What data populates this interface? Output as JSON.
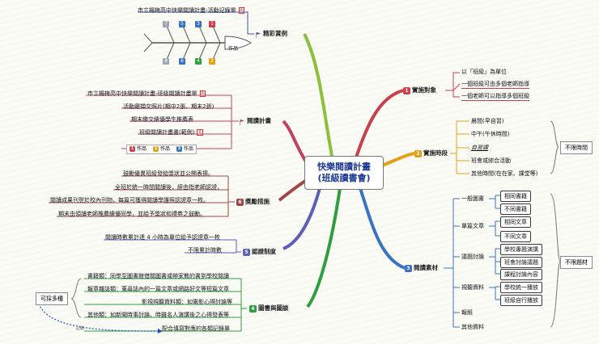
{
  "center": {
    "line1": "快樂閱讀計畫",
    "line2": "(班級讀書會)"
  },
  "branches": {
    "b1": {
      "num": "1",
      "label": "實施對象",
      "color": "#d0404a",
      "items": [
        "以「班級」為單位",
        "一個班級可由多個老師指導",
        "一個老師可以指導多個班級"
      ]
    },
    "b2": {
      "num": "2",
      "label": "實施時段",
      "color": "#e0a21a",
      "items": [
        "晨間(早自習)",
        "中午(午休時間)",
        "自習課",
        "班會或綜合活動",
        "其他時間(在在家、課堂等)"
      ],
      "side": "不限時間"
    },
    "b3": {
      "num": "3",
      "label": "閱讀素材",
      "color": "#3a73c4",
      "cats": [
        "一般圖書",
        "單篇文章",
        "議題討論",
        "視聽資料",
        "報紙",
        "其他資料"
      ],
      "subs": [
        "相同書籍",
        "不同書籍",
        "相同文章",
        "不同文章",
        "學校專題演講",
        "班會討論議題",
        "課程討論內容",
        "學校統一播放",
        "班級自行播放"
      ],
      "side": "不限題材"
    },
    "b4": {
      "num": "4",
      "label": "圖書與圖談",
      "color": "#2e9e40",
      "items": [
        "書籍類：同學至圖書館借閱圖書或帶家教的書到學校閱讀",
        "報章雜誌類：蒐尋誌內的一篇文章或網路好文等短篇文章",
        "影視視聽資料類：如電影心得討論等",
        "其他類：如新聞時事討論、時雖名人演講後之心得發表等",
        "配合填寫對應的各類記錄單"
      ],
      "side": "可採多種",
      "record": "記錄"
    },
    "b5": {
      "num": "5",
      "label": "認證制度",
      "color": "#5c5fb8",
      "items": [
        "閱讀時數累計達 4 小時為單位給予認證章一枚",
        "不限累計時數"
      ]
    },
    "b6": {
      "num": "6",
      "label": "獎勵措施",
      "color": "#a04646",
      "items": [
        "鼓勵優異班級發給獎狀並公開表揚。",
        "全班於統一時間閱讀後，經由指老師認證，",
        "閱讀成果刊登於校內刊物，每篇可獲得閱讀學護照認證章一枚。",
        "期末由領讀老師推薦績優同學，並給予獎狀和禮券之鼓勵。"
      ]
    },
    "b7": {
      "num": "",
      "label": "閱讀計畫",
      "color": "#c0406a",
      "items": [
        "市立楊梅高中快樂閱讀計畫-班級閱讀計畫單",
        "活動廳擷交照片(期中2張、期末2張)",
        "期末繳交績優學生推薦表",
        "班級閱讀計畫書(範例)"
      ],
      "works": [
        "1 作品",
        "2 作品",
        "3 作品"
      ]
    },
    "b8": {
      "num": "",
      "label": "精彩賞例",
      "color": "#3a4fb0",
      "title": "市立楊梅高中快樂閱讀計畫-活動記錄單",
      "fish_top": [
        "7",
        "5",
        "3",
        "1"
      ],
      "fish_bottom": [
        "8",
        "6",
        "4",
        "2"
      ],
      "fish_head": "作品"
    }
  },
  "colors": {
    "b1": "#d0404a",
    "b2": "#e0a21a",
    "b3": "#3a73c4",
    "b4": "#2e9e40",
    "b5": "#5c5fb8",
    "b6": "#a04646",
    "b7": "#c0406a",
    "b8": "#8bbf3c"
  }
}
